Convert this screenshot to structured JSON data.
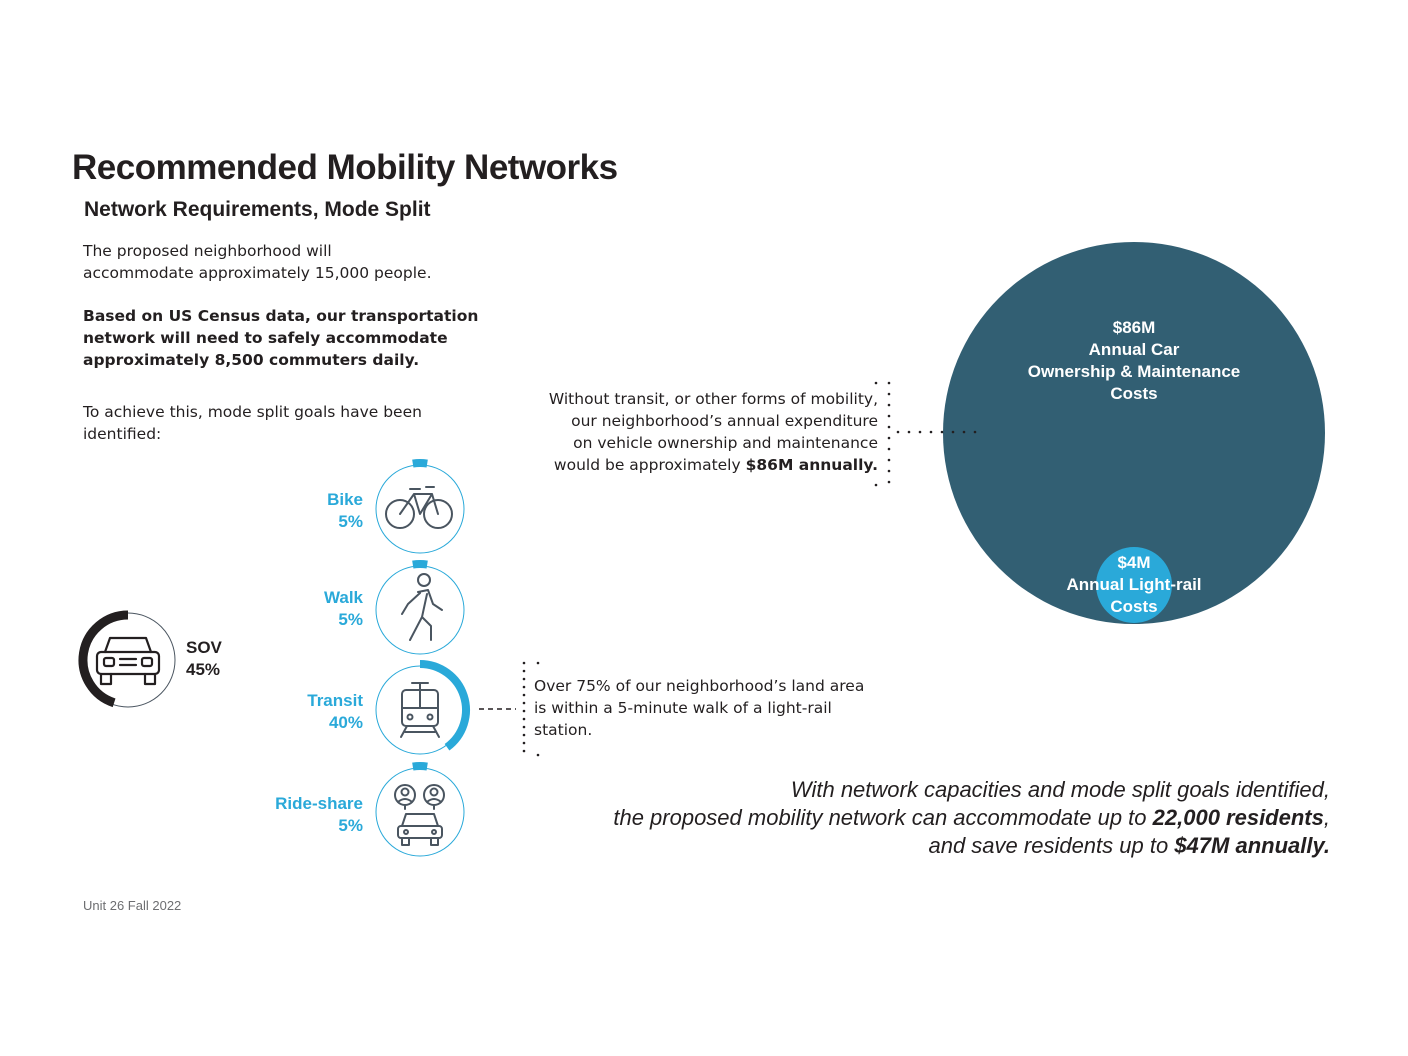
{
  "header": {
    "title": "Recommended Mobility Networks",
    "subtitle": "Network Requirements, Mode Split"
  },
  "intro": {
    "p1_line1": "The proposed neighborhood will",
    "p1_line2": "accommodate approximately  15,000 people.",
    "p2_line1": "Based on US Census data, our transportation",
    "p2_line2": "network will need to safely accommodate",
    "p2_line3": "approximately 8,500 commuters daily.",
    "p3_line1": "To achieve this, mode split goals have been",
    "p3_line2": "identified:"
  },
  "modes": [
    {
      "name": "Bike",
      "pct": "5%",
      "value": 5,
      "icon": "bicycle-icon"
    },
    {
      "name": "Walk",
      "pct": "5%",
      "value": 5,
      "icon": "pedestrian-icon"
    },
    {
      "name": "Transit",
      "pct": "40%",
      "value": 40,
      "icon": "light-rail-icon"
    },
    {
      "name": "Ride-share",
      "pct": "5%",
      "value": 5,
      "icon": "rideshare-icon"
    }
  ],
  "sov": {
    "name": "SOV",
    "pct": "45%",
    "value": 45,
    "icon": "car-icon"
  },
  "expenditure_note": {
    "line1": "Without transit, or other forms of mobility,",
    "line2": "our neighborhood’s annual expenditure",
    "line3": "on vehicle ownership and maintenance",
    "line4_prefix": "would be approximately ",
    "line4_bold": "$86M annually."
  },
  "transit_note": {
    "line1": "Over 75% of our neighborhood’s land area",
    "line2": "is within a 5-minute walk of a light-rail",
    "line3": "station."
  },
  "big_circle": {
    "amount": "$86M",
    "label1": "Annual Car",
    "label2": "Ownership & Maintenance",
    "label3": "Costs",
    "value_millions": 86,
    "color": "#325f73"
  },
  "small_circle": {
    "amount": "$4M",
    "label1": "Annual Light-rail",
    "label2": "Costs",
    "value_millions": 4,
    "color": "#2aa9d9"
  },
  "conclusion": {
    "line1": "With network capacities and mode split goals identified,",
    "line2_prefix": "the proposed mobility network can accommodate up to ",
    "line2_bold": "22,000 residents",
    "line2_suffix": ",",
    "line3_prefix": "and save residents up to ",
    "line3_bold": "$47M annually."
  },
  "footer": "Unit 26 Fall 2022",
  "colors": {
    "accent": "#2aa9d9",
    "dark_blue": "#325f73",
    "icon_stroke": "#4a5560",
    "text": "#231f20"
  }
}
